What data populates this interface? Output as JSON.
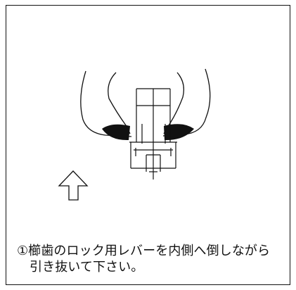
{
  "instruction": {
    "line1": "①櫛歯のロック用レバーを内側へ倒しながら",
    "line2": "引き抜いて下さい。"
  },
  "icons": {
    "illustration": "hands-pulling-connector-illustration",
    "arrow": "up-arrow-icon"
  }
}
